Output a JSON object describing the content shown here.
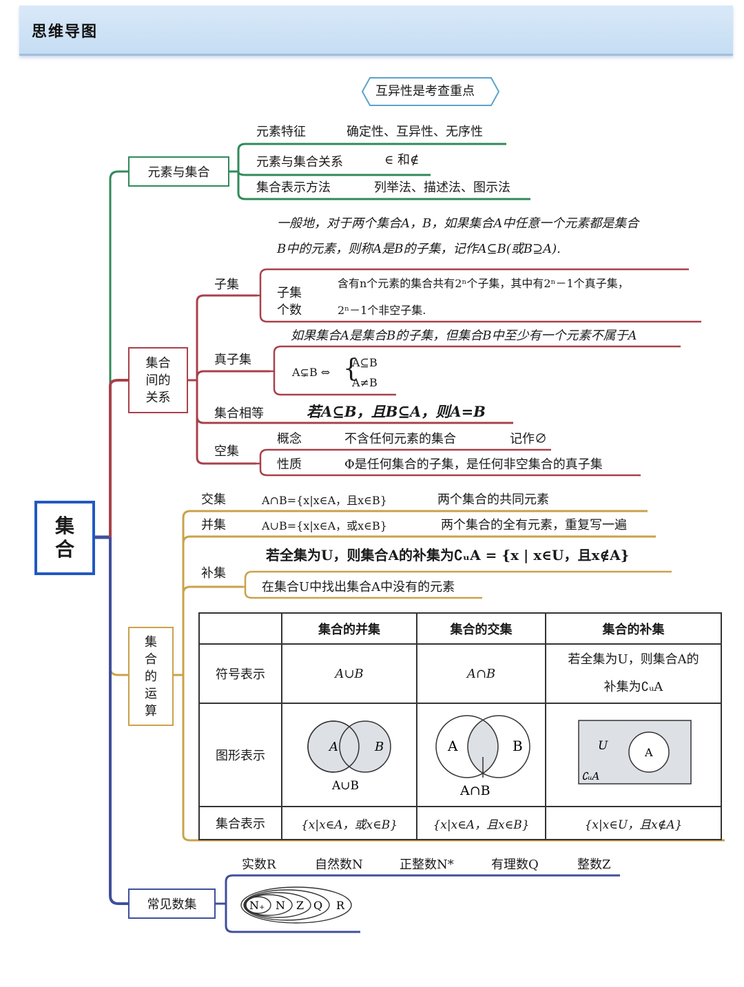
{
  "header": {
    "title": "思维导图"
  },
  "root": {
    "label_1": "集",
    "label_2": "合"
  },
  "branch1": {
    "label": "元素与集合",
    "note": "互异性是考查重点",
    "rows": [
      {
        "key": "元素特征",
        "value": "确定性、互异性、无序性"
      },
      {
        "key": "元素与集合关系",
        "value": "∈ 和∉"
      },
      {
        "key": "集合表示方法",
        "value": "列举法、描述法、图示法"
      }
    ]
  },
  "branch2": {
    "label_1": "集合",
    "label_2": "间的",
    "label_3": "关系",
    "definition_1": "一般地，对于两个集合A，B，如果集合A中任意一个元素都是集合",
    "definition_2": "B中的元素，则称A是B的子集，记作A⊆B(或B⊇A).",
    "subset": {
      "label": "子集",
      "count_label_1": "子集",
      "count_label_2": "个数",
      "count_text_1": "含有n个元素的集合共有2ⁿ个子集，其中有2ⁿ－1个真子集，",
      "count_text_2": "2ⁿ－1个非空子集."
    },
    "proper": {
      "label": "真子集",
      "definition": "如果集合A是集合B的子集，但集合B中至少有一个元素不属于A",
      "formula_left": "A⊊B ⇔",
      "formula_top": "A⊆B",
      "formula_bottom": "A≠B"
    },
    "equal": {
      "label": "集合相等",
      "text": "若A⊆B，且B⊆A，则A=B"
    },
    "empty": {
      "label": "空集",
      "concept_key": "概念",
      "concept_value": "不含任何元素的集合",
      "concept_note": "记作∅",
      "property_key": "性质",
      "property_value": "Φ是任何集合的子集，是任何非空集合的真子集"
    }
  },
  "branch3": {
    "label_1": "集",
    "label_2": "合",
    "label_3": "的",
    "label_4": "运",
    "label_5": "算",
    "intersection": {
      "key": "交集",
      "formula": "A∩B={x|x∈A，且x∈B}",
      "desc": "两个集合的共同元素"
    },
    "union": {
      "key": "并集",
      "formula": "A∪B={x|x∈A，或x∈B}",
      "desc": "两个集合的全有元素，重复写一遍"
    },
    "complement": {
      "key": "补集",
      "formula": "若全集为U，则集合A的补集为∁ᵤA = {x | x∈U，且x∉A}",
      "desc": "在集合U中找出集合A中没有的元素"
    },
    "table": {
      "headers": [
        "集合的并集",
        "集合的交集",
        "集合的补集"
      ],
      "row_symbol_label": "符号表示",
      "symbol_union": "A∪B",
      "symbol_intersection": "A∩B",
      "symbol_complement_1": "若全集为U，则集合A的",
      "symbol_complement_2": "补集为∁ᵤA",
      "row_graph_label": "图形表示",
      "venn_union": {
        "a": "A",
        "b": "B",
        "caption": "A∪B"
      },
      "venn_intersection": {
        "a": "A",
        "b": "B",
        "caption": "A∩B"
      },
      "venn_complement": {
        "u": "U",
        "a": "A",
        "caption": "∁ᵤA"
      },
      "row_set_label": "集合表示",
      "set_union": "{x|x∈A，或x∈B}",
      "set_intersection": "{x|x∈A，且x∈B}",
      "set_complement": "{x|x∈U，且x∉A}"
    }
  },
  "branch4": {
    "label": "常见数集",
    "sets": [
      "实数R",
      "自然数N",
      "正整数N*",
      "有理数Q",
      "整数Z"
    ],
    "nested": [
      "N₊",
      "N",
      "Z",
      "Q",
      "R"
    ]
  },
  "colors": {
    "green": "#2f8a5a",
    "red": "#a8404a",
    "gold": "#c9a24a",
    "blue": "#3f4f9c",
    "root_border": "#2159c0"
  }
}
